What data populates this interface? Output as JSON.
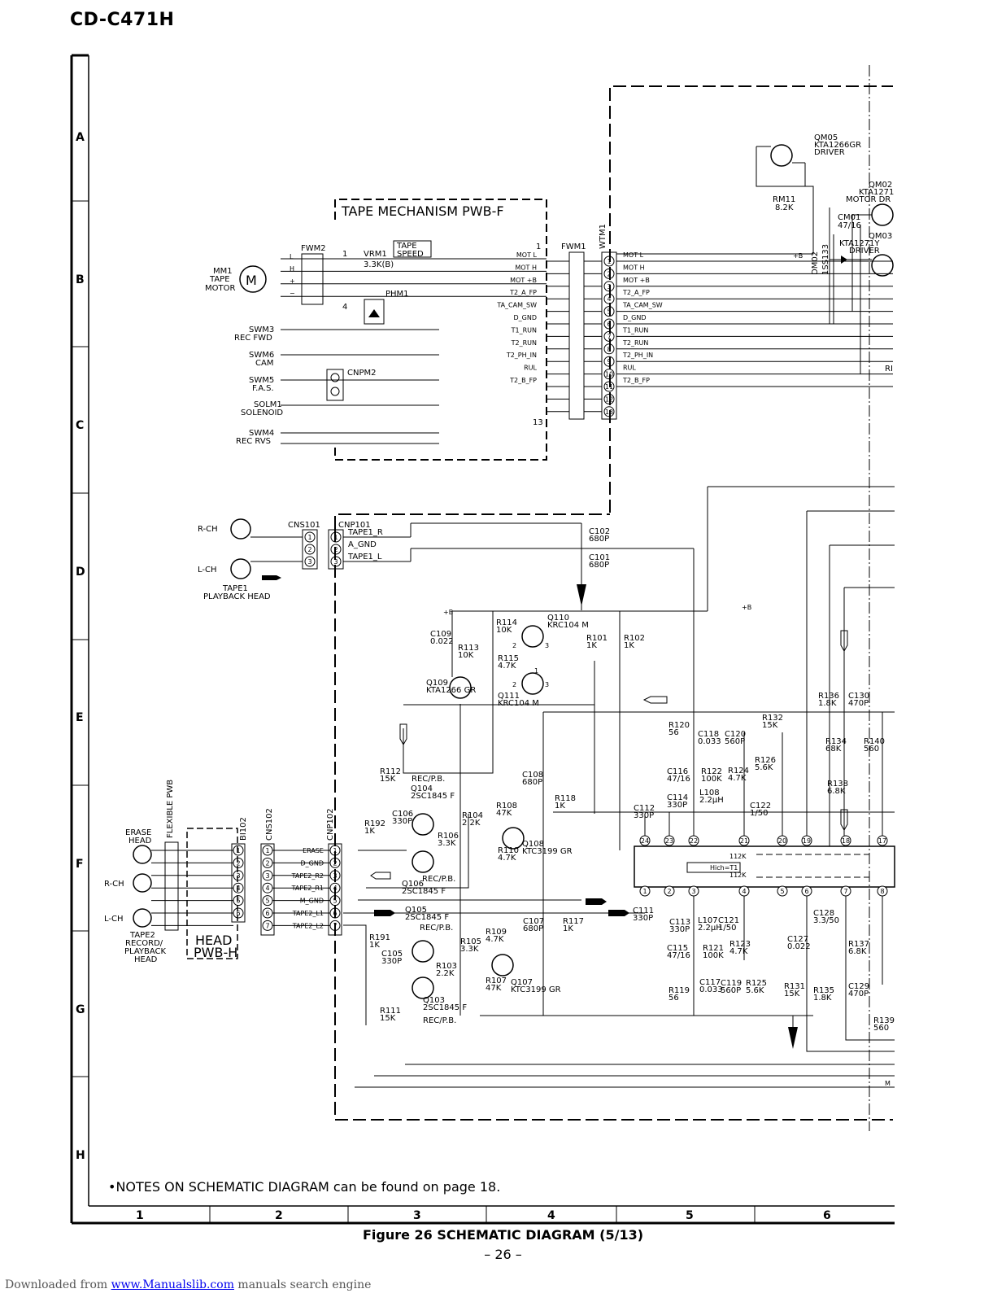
{
  "header": {
    "model": "CD-C471H"
  },
  "grid": {
    "rows": [
      "A",
      "B",
      "C",
      "D",
      "E",
      "F",
      "G",
      "H"
    ],
    "columns": [
      "1",
      "2",
      "3",
      "4",
      "5",
      "6"
    ]
  },
  "note": "•NOTES ON SCHEMATIC DIAGRAM can be found on page 18.",
  "caption": "Figure 26 SCHEMATIC DIAGRAM (5/13)",
  "page_number": "– 26 –",
  "footer": {
    "prefix": "Downloaded from ",
    "link": "www.Manualslib.com",
    "suffix": " manuals search engine"
  },
  "blocks": {
    "tape_mech": {
      "title": "TAPE MECHANISM PWB-F"
    },
    "tape_speed": {
      "l1": "TAPE",
      "l2": "SPEED"
    },
    "head_pwb": {
      "l1": "HEAD",
      "l2": "PWB-H"
    },
    "flexible_pwb": "FLEXIBLE PWB"
  },
  "motor": {
    "ref": "MM1",
    "l2": "TAPE",
    "l3": "MOTOR",
    "symbol": "M",
    "pins": [
      "L",
      "H",
      "+",
      "−"
    ]
  },
  "switches": [
    {
      "ref": "SWM3",
      "name": "REC FWD"
    },
    {
      "ref": "SWM6",
      "name": "CAM"
    },
    {
      "ref": "SWM5",
      "name": "F.A.S."
    },
    {
      "ref": "SOLM1",
      "name": "SOLENOID"
    },
    {
      "ref": "SWM4",
      "name": "REC RVS"
    }
  ],
  "connectors": {
    "fwm2": "FWM2",
    "fwm1": "FWM1",
    "wtm1": "WTM1",
    "cnpm2": "CNPM2",
    "vrm1": "VRM1",
    "vrm1_val": "3.3K(B)",
    "phm1": "PHM1",
    "cns101": "CNS101",
    "cnp101": "CNP101",
    "cnp102": "CNP102",
    "cns102": "CNS102",
    "bi102": "BI102",
    "pin_1": "1",
    "pin_4": "4",
    "pin_13": "13"
  },
  "fwm_signals": [
    "MOT L",
    "MOT H",
    "MOT +B",
    "T2_A_FP",
    "TA_CAM_SW",
    "D_GND",
    "T1_RUN",
    "T2_RUN",
    "T2_PH_IN",
    "RUL",
    "T2_B_FP"
  ],
  "wtm_signals": [
    "MOT L",
    "MOT H",
    "MOT +B",
    "T2_A_FP",
    "TA_CAM_SW",
    "D_GND",
    "T1_RUN",
    "T2_RUN",
    "T2_PH_IN",
    "RUL",
    "T2_B_FP"
  ],
  "wtm_pins": [
    "1",
    "2",
    "3",
    "4",
    "5",
    "6",
    "7",
    "8",
    "9",
    "10",
    "11",
    "12",
    "13"
  ],
  "tape1": {
    "rch": "R-CH",
    "lch": "L-CH",
    "l1": "TAPE1",
    "l2": "PLAYBACK HEAD",
    "signals": [
      "TAPE1_R",
      "A_GND",
      "TAPE1_L"
    ],
    "pins": [
      "1",
      "2",
      "3"
    ]
  },
  "tape2": {
    "erase1": "ERASE",
    "erase2": "HEAD",
    "rch": "R-CH",
    "lch": "L-CH",
    "l1": "TAPE2",
    "l2": "RECORD/",
    "l3": "PLAYBACK",
    "l4": "HEAD",
    "signals": [
      "ERASE",
      "D_GND",
      "TAPE2_R2",
      "TAPE2_R1",
      "M_GND",
      "TAPE2_L1",
      "TAPE2_L2"
    ],
    "pins": [
      "1",
      "2",
      "3",
      "4",
      "5",
      "6",
      "7"
    ]
  },
  "driver": {
    "qm05": "QM05",
    "qm05_p": "KTA1266GR",
    "qm05_f": "DRIVER",
    "qm02": "QM02",
    "qm02_p": "KTA1271",
    "qm02_f": "MOTOR DR",
    "qm03": "QM03",
    "qm03_p": "KTA1271Y",
    "qm03_f": "DRIVER",
    "rm11": "RM11",
    "rm11_v": "8.2K",
    "cm01": "CM01",
    "cm01_v": "47/16",
    "dm02": "DM02",
    "dm02_p": "1SS133",
    "plusb": "+B"
  },
  "components": [
    {
      "ref": "C102",
      "val": "680P"
    },
    {
      "ref": "C101",
      "val": "680P"
    },
    {
      "ref": "C109",
      "val": "0.022"
    },
    {
      "ref": "R113",
      "val": "10K"
    },
    {
      "ref": "R114",
      "val": "10K"
    },
    {
      "ref": "R115",
      "val": "4.7K"
    },
    {
      "ref": "Q110",
      "val": "KRC104 M"
    },
    {
      "ref": "Q111",
      "val": "KRC104 M"
    },
    {
      "ref": "Q109",
      "val": "KTA1266 GR"
    },
    {
      "ref": "R101",
      "val": "1K"
    },
    {
      "ref": "R102",
      "val": "1K"
    },
    {
      "ref": "R112",
      "val": "15K"
    },
    {
      "ref": "Q104",
      "val": "2SC1845 F"
    },
    {
      "ref": "R192",
      "val": "1K"
    },
    {
      "ref": "C106",
      "val": "330P"
    },
    {
      "ref": "R106",
      "val": "3.3K"
    },
    {
      "ref": "R104",
      "val": "2.2K"
    },
    {
      "ref": "R108",
      "val": "47K"
    },
    {
      "ref": "R110",
      "val": "4.7K"
    },
    {
      "ref": "Q108",
      "val": "KTC3199 GR"
    },
    {
      "ref": "C108",
      "val": "680P"
    },
    {
      "ref": "R118",
      "val": "1K"
    },
    {
      "ref": "C112",
      "val": "330P"
    },
    {
      "ref": "Q106",
      "val": "2SC1845 F"
    },
    {
      "ref": "Q105",
      "val": "2SC1845 F"
    },
    {
      "ref": "R117",
      "val": "1K"
    },
    {
      "ref": "C111",
      "val": "330P"
    },
    {
      "ref": "R191",
      "val": "1K"
    },
    {
      "ref": "C105",
      "val": "330P"
    },
    {
      "ref": "R103",
      "val": "2.2K"
    },
    {
      "ref": "R105",
      "val": "3.3K"
    },
    {
      "ref": "R109",
      "val": "4.7K"
    },
    {
      "ref": "R107",
      "val": "47K"
    },
    {
      "ref": "Q107",
      "val": "KTC3199 GR"
    },
    {
      "ref": "C107",
      "val": "680P"
    },
    {
      "ref": "Q103",
      "val": "2SC1845 F"
    },
    {
      "ref": "R111",
      "val": "15K"
    },
    {
      "ref": "R120",
      "val": "56"
    },
    {
      "ref": "C118",
      "val": "0.033"
    },
    {
      "ref": "C120",
      "val": "560P"
    },
    {
      "ref": "R132",
      "val": "15K"
    },
    {
      "ref": "R126",
      "val": "5.6K"
    },
    {
      "ref": "C116",
      "val": "47/16"
    },
    {
      "ref": "R122",
      "val": "100K"
    },
    {
      "ref": "R124",
      "val": "4.7K"
    },
    {
      "ref": "C114",
      "val": "330P"
    },
    {
      "ref": "L108",
      "val": "2.2µH"
    },
    {
      "ref": "C122",
      "val": "1/50"
    },
    {
      "ref": "R136",
      "val": "1.8K"
    },
    {
      "ref": "C130",
      "val": "470P"
    },
    {
      "ref": "R134",
      "val": "68K"
    },
    {
      "ref": "R140",
      "val": "560"
    },
    {
      "ref": "R138",
      "val": "6.8K"
    },
    {
      "ref": "C113",
      "val": "330P"
    },
    {
      "ref": "L107",
      "val": "2.2µH"
    },
    {
      "ref": "C121",
      "val": "1/50"
    },
    {
      "ref": "C115",
      "val": "47/16"
    },
    {
      "ref": "R121",
      "val": "100K"
    },
    {
      "ref": "R123",
      "val": "4.7K"
    },
    {
      "ref": "R119",
      "val": "56"
    },
    {
      "ref": "C117",
      "val": "0.033"
    },
    {
      "ref": "C119",
      "val": "560P"
    },
    {
      "ref": "R125",
      "val": "5.6K"
    },
    {
      "ref": "R131",
      "val": "15K"
    },
    {
      "ref": "C127",
      "val": "0.022"
    },
    {
      "ref": "C128",
      "val": "3.3/50"
    },
    {
      "ref": "R135",
      "val": "1.8K"
    },
    {
      "ref": "R137",
      "val": "6.8K"
    },
    {
      "ref": "C129",
      "val": "470P"
    },
    {
      "ref": "R139",
      "val": "560"
    }
  ],
  "labels": {
    "rec_pb": "REC/P.B.",
    "plusb": "+B",
    "hich": "Hich=T1",
    "k112": "112K",
    "ic_pins_top": [
      "24",
      "23",
      "22",
      "21",
      "20",
      "19",
      "18",
      "17"
    ],
    "ic_pins_bottom": [
      "1",
      "2",
      "3",
      "4",
      "5",
      "6",
      "7",
      "8"
    ],
    "q_pin1": "1",
    "q_pin2": "2",
    "q_pin3": "3",
    "m_trunc": "M",
    "ri_trunc": "RI"
  }
}
